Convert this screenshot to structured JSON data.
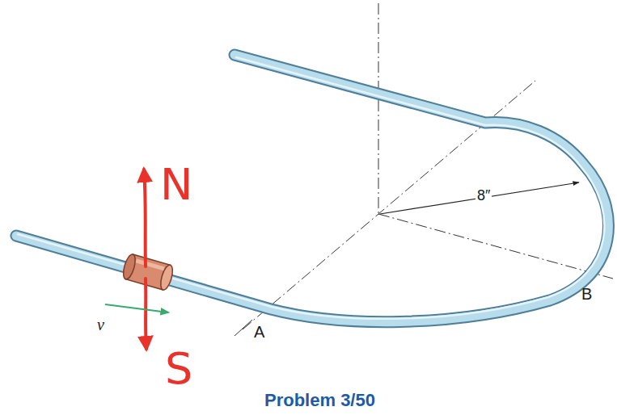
{
  "diagram": {
    "caption": "Problem 3/50",
    "labels": [
      "N",
      "S",
      "v",
      "A",
      "B",
      "8″"
    ]
  }
}
